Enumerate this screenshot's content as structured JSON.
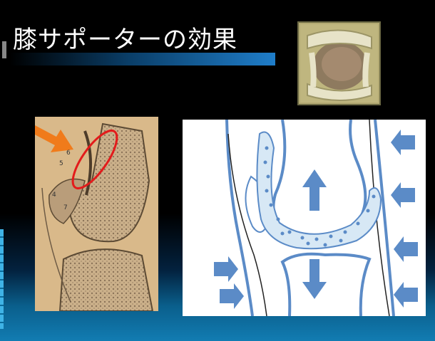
{
  "slide": {
    "title": "膝サポーターの効果"
  },
  "mri": {
    "labels": [
      "6",
      "5",
      "4",
      "7"
    ]
  },
  "colors": {
    "background": "#000000",
    "title_text": "#ffffff",
    "accent_arrow_orange": "#f07b1b",
    "accent_arrow_red": "#e31b1b",
    "diagram_blue": "#5b8bc7",
    "mri_background": "#d9b98a"
  },
  "icons": {
    "knee_support_photo": "knee-support-photo",
    "mri_image": "mri-sagittal-knee",
    "knee_diagram": "knee-pressure-diagram"
  }
}
